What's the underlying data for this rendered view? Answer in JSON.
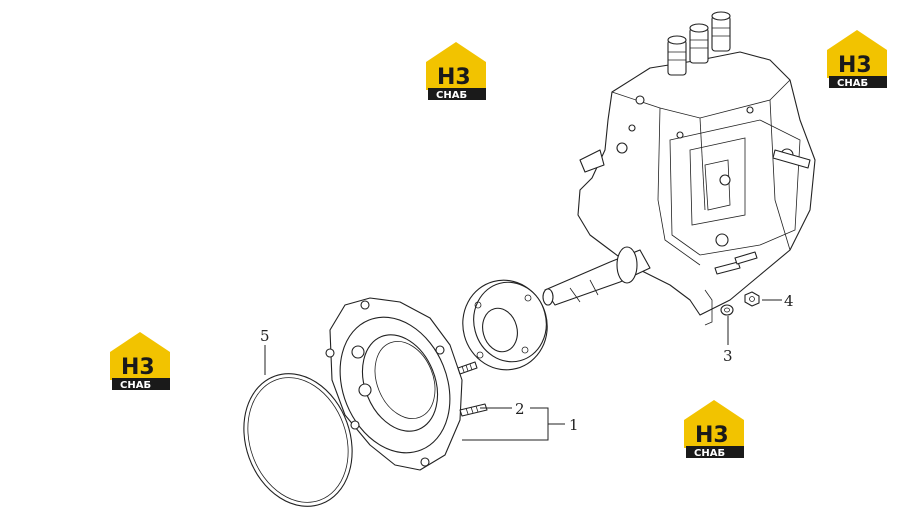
{
  "watermarks": [
    {
      "id": "wm-1",
      "mark": "H3",
      "sub": "CHAБ"
    },
    {
      "id": "wm-2",
      "mark": "H3",
      "sub": "CHAБ"
    },
    {
      "id": "wm-3",
      "mark": "H3",
      "sub": "CHAБ"
    },
    {
      "id": "wm-4",
      "mark": "H3",
      "sub": "CHAБ"
    }
  ],
  "callouts": {
    "c1": "1",
    "c2": "2",
    "c3": "3",
    "c4": "4",
    "c5": "5"
  },
  "colors": {
    "logo_yellow": "#f2c300",
    "logo_dark": "#1a1a1a",
    "line": "#222222"
  }
}
